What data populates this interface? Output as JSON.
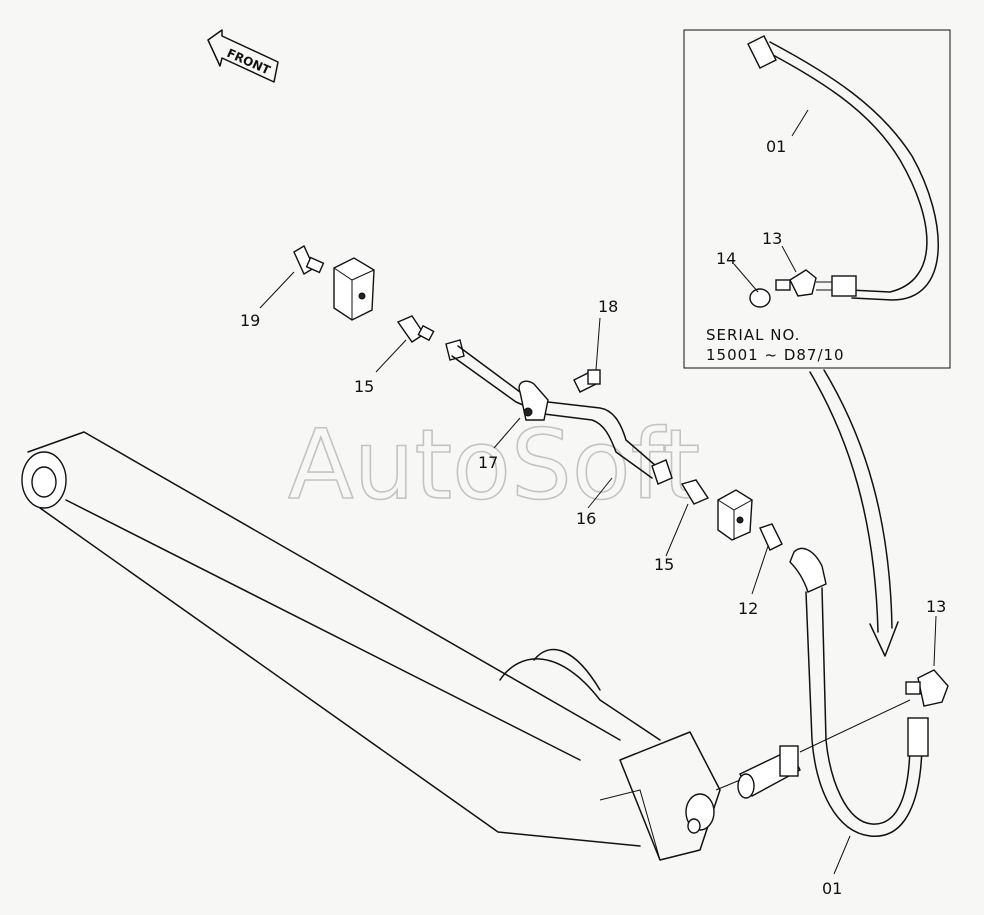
{
  "watermark": "AutoSoft",
  "front_arrow_label": "FRONT",
  "inset": {
    "serial_line1": "SERIAL  NO.",
    "serial_line2": "15001 ~ D87/10"
  },
  "callouts": {
    "c01_inset": "01",
    "c13_inset": "13",
    "c14": "14",
    "c19": "19",
    "c18": "18",
    "c15_a": "15",
    "c17": "17",
    "c16": "16",
    "c15_b": "15",
    "c12": "12",
    "c13_main": "13",
    "c01_main": "01"
  }
}
